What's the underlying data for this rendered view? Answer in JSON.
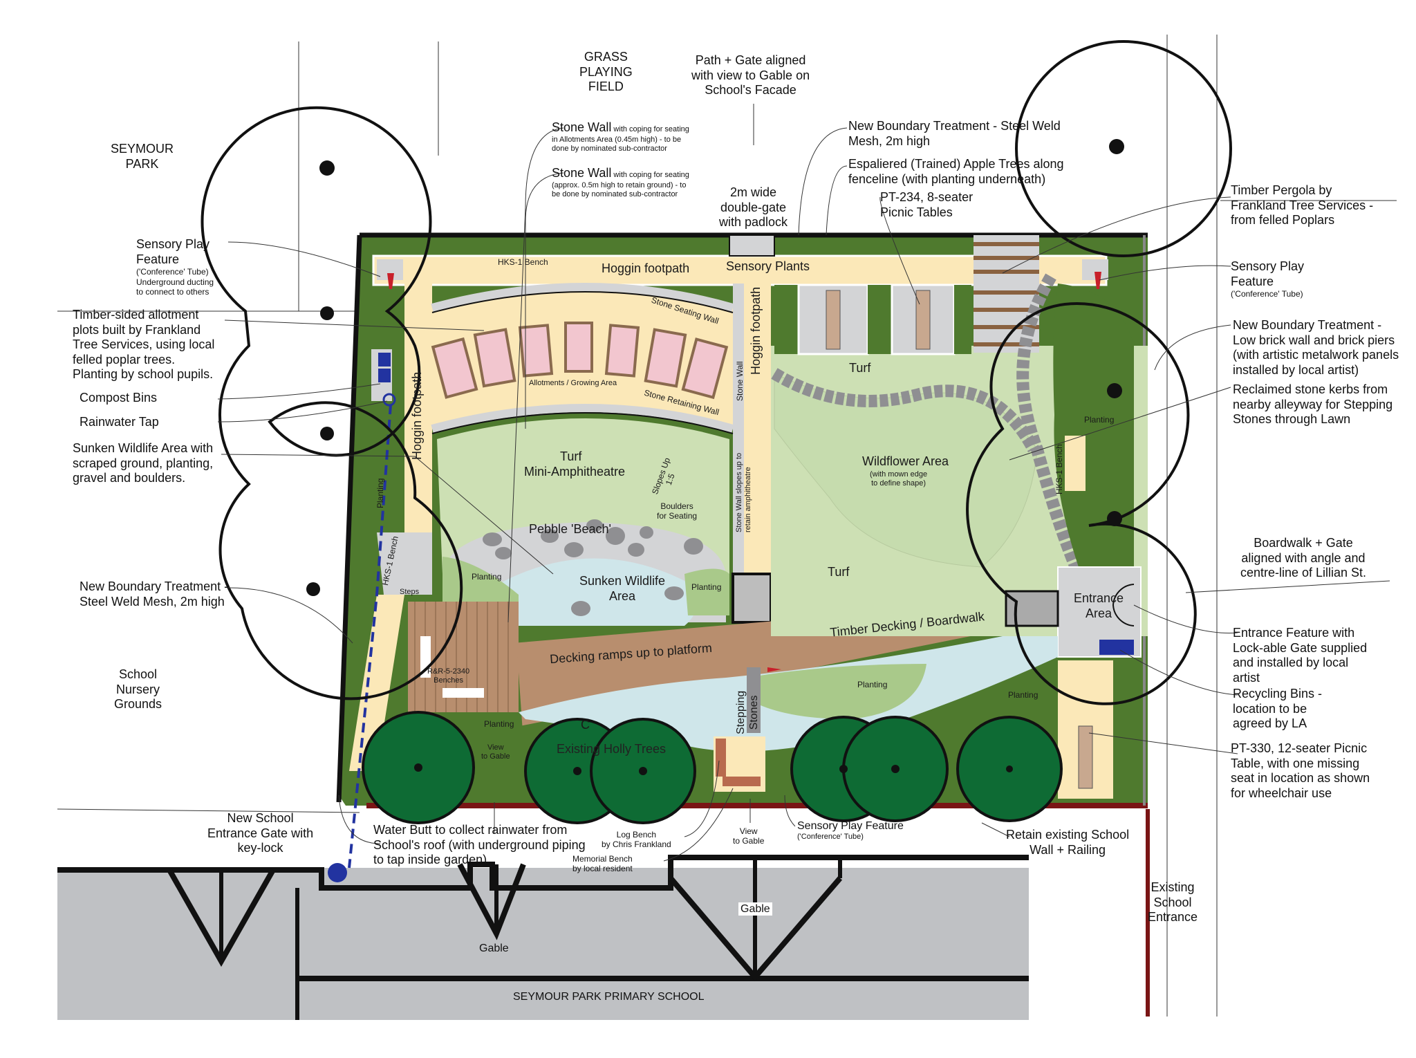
{
  "plan": {
    "title": "Seymour Park Primary School Garden Landscape Plan",
    "colors": {
      "planting": "#4f7a2e",
      "turf": "#cde0b4",
      "hoggin": "#fbe8b8",
      "paving": "#d3d4d6",
      "decking": "#b88e6e",
      "water": "#cfe6ea",
      "holly": "#0e6b34",
      "building": "#bfc1c4",
      "allotment": "#f2c6cf",
      "recycling": "#2233a0",
      "railing": "#7a1515",
      "sensory_tube": "#c8202a"
    }
  },
  "surroundings": {
    "seymour_park": "SEYMOUR\nPARK",
    "grass_playing_field": "GRASS\nPLAYING\nFIELD",
    "school_nursery_grounds": "School\nNursery\nGrounds",
    "school_name": "SEYMOUR PARK PRIMARY SCHOOL",
    "gable_left": "Gable",
    "gable_right": "Gable"
  },
  "annotations_top": {
    "path_gate": "Path + Gate aligned\nwith view to Gable on\nSchool's Facade",
    "stone_wall_1_title": "Stone Wall",
    "stone_wall_1_detail": " with coping for seating\nin Allotments Area (0.45m high) - to be\ndone by nominated sub-contractor",
    "stone_wall_2_title": "Stone Wall",
    "stone_wall_2_detail": " with coping for seating\n(approx. 0.5m high to retain ground) - to\nbe done by nominated sub-contractor",
    "double_gate": "2m wide\ndouble-gate\nwith padlock",
    "boundary_steel_top": "New Boundary Treatment - Steel Weld\nMesh, 2m high",
    "espaliered": "Espaliered (Trained) Apple Trees along\nfenceline (with planting underneath)",
    "picnic_pt234": "PT-234, 8-seater\nPicnic Tables"
  },
  "annotations_left": {
    "sensory_play_title": "Sensory Play\nFeature",
    "sensory_play_detail": "('Conference' Tube)\nUnderground ducting\nto connect to others",
    "allotment_plots": "Timber-sided allotment\nplots built by Frankland\nTree Services, using local\nfelled poplar trees.\nPlanting by school pupils.",
    "compost_bins": "Compost Bins",
    "rainwater_tap": "Rainwater Tap",
    "sunken_wildlife": "Sunken Wildlife Area with\nscraped ground, planting,\ngravel and boulders.",
    "boundary_steel_left": "New Boundary Treatment -\nSteel Weld Mesh, 2m high"
  },
  "annotations_right": {
    "timber_pergola": "Timber Pergola by\nFrankland Tree Services -\nfrom felled Poplars",
    "sensory_play_title": "Sensory Play\nFeature",
    "sensory_play_detail": "('Conference' Tube)",
    "boundary_brick": "New Boundary Treatment -\nLow brick wall and brick piers\n(with artistic metalwork panels\ninstalled by local artist)",
    "stone_kerbs": "Reclaimed stone kerbs from\nnearby alleyway for Stepping\nStones through Lawn",
    "boardwalk_gate": "Boardwalk + Gate\naligned with angle and\ncentre-line of Lillian St.",
    "entrance_feature": "Entrance Feature with\nLock-able Gate supplied\nand installed by local\nartist",
    "recycling_bins": "Recycling Bins -\nlocation to be\nagreed by LA",
    "picnic_pt330": "PT-330, 12-seater Picnic\nTable, with one missing\nseat in location as shown\nfor wheelchair use"
  },
  "annotations_bottom": {
    "new_school_gate": "New School\nEntrance Gate with\nkey-lock",
    "water_butt": "Water Butt to collect rainwater from\nSchool's roof (with underground piping\nto tap inside garden)",
    "log_bench": "Log Bench\nby Chris Frankland",
    "memorial_bench": "Memorial Bench\nby local resident",
    "view_to_gable": "View\nto Gable",
    "sensory_play_bottom_title": "Sensory Play Feature",
    "sensory_play_bottom_detail": "('Conference' Tube)",
    "retain_wall": "Retain existing School\nWall + Railing",
    "existing_entrance": "Existing\nSchool\nEntrance"
  },
  "plan_labels": {
    "hks_bench_top": "HKS-1 Bench",
    "hoggin_top": "Hoggin footpath",
    "sensory_plants": "Sensory Plants",
    "hoggin_left": "Hoggin footpath",
    "hoggin_mid": "Hoggin footpath",
    "stone_seating_wall": "Stone Seating Wall",
    "allotments": "Allotments / Growing Area",
    "stone_retaining_wall": "Stone Retaining Wall",
    "stone_wall_vert": "Stone Wall",
    "stone_wall_slopes": "Stone Wall slopes up to\nretain amphitheatre",
    "turf_amphi_1": "Turf",
    "turf_amphi_2": "Mini-Amphitheatre",
    "slopes_up": "Slopes Up\n1:5",
    "boulders_seating": "Boulders\nfor Seating",
    "pebble_beach": "Pebble 'Beach'",
    "sunken_area": "Sunken Wildlife\nArea",
    "planting_left_sw": "Planting",
    "planting_right_sw": "Planting",
    "planting_vert": "Planting",
    "hks_bench_left": "HKS-1 Bench",
    "steps": "Steps",
    "benches_rr": "R&R-5-2340\nBenches",
    "decking_ramps": "Decking ramps up to platform",
    "timber_decking": "Timber Decking / Boardwalk",
    "turf_top": "Turf",
    "wildflower": "Wildflower Area",
    "wildflower_detail": "(with mown edge\nto define shape)",
    "turf_bottom": "Turf",
    "planting_right_bed": "Planting",
    "hks_bench_right": "HKS-1 Bench",
    "entrance_area": "Entrance\nArea",
    "stepping_stones": "Stepping\nStones",
    "planting_under_trees": "Planting",
    "planting_bottom_right": "Planting",
    "planting_bottom_left": "Planting",
    "view_to_gable_in": "View\nto Gable",
    "holly_c": "C",
    "existing_holly": "Existing Holly Trees"
  }
}
